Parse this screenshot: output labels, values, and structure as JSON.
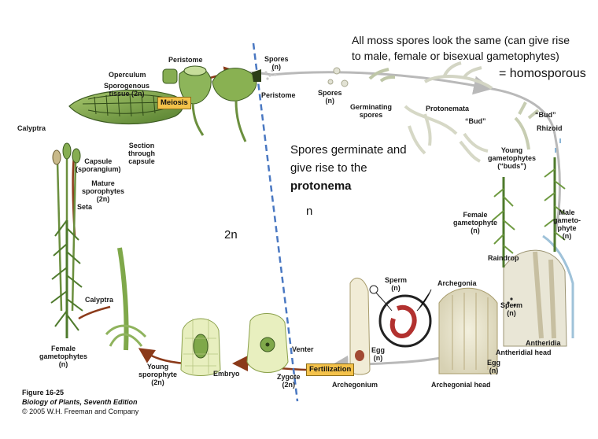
{
  "notes": {
    "homosporous_l1": "All moss spores look the same (can give rise",
    "homosporous_l2": "to male, female or bisexual gametophytes)",
    "homosporous_l3": "= homosporous",
    "protonema_l1": "Spores germinate and",
    "protonema_l2": "give rise to the",
    "protonema_l3": "protonema",
    "haploid": "n",
    "diploid": "2n"
  },
  "tags": {
    "meiosis": "Meiosis",
    "fertilization": "Fertilization"
  },
  "labels": {
    "operculum": "Operculum",
    "peristome_top": "Peristome",
    "sporogenous": "Sporogenous\ntissue (2n)",
    "spores_n_top": "Spores\n(n)",
    "peristome_mid": "Peristome",
    "spores_n_mid": "Spores\n(n)",
    "germinating": "Germinating\nspores",
    "protonemata": "Protonemata",
    "bud_top": "“Bud”",
    "bud_mid": "“Bud”",
    "rhizoid": "Rhizoid",
    "calyptra_top": "Calyptra",
    "section": "Section\nthrough\ncapsule",
    "capsule": "Capsule\n(sporangium)",
    "mature_sporo": "Mature\nsporophytes\n(2n)",
    "seta": "Seta",
    "young_gam": "Young\ngametophytes\n(“buds”)",
    "female_gam_right": "Female\ngametophyte\n(n)",
    "male_gam": "Male\ngameto-\nphyte\n(n)",
    "raindrop": "Raindrop",
    "archegonia": "Archegonia",
    "sperm_right": "Sperm\n(n)",
    "antheridia": "Antheridia",
    "antheridial_head": "Antheridial head",
    "egg_right": "Egg\n(n)",
    "archegonial_head": "Archegonial head",
    "sperm_mid": "Sperm\n(n)",
    "egg_mid": "Egg\n(n)",
    "archegonium": "Archegonium",
    "venter": "Venter",
    "zygote": "Zygote\n(2n)",
    "embryo": "Embryo",
    "young_sporo": "Young\nsporophyte\n(2n)",
    "calyptra_bottom": "Calyptra",
    "female_gam_left": "Female\ngametophytes\n(n)"
  },
  "caption": {
    "figure": "Figure 16-25",
    "book": "Biology of Plants, Seventh Edition",
    "copyright": "© 2005 W.H. Freeman and Company"
  },
  "colors": {
    "plant_green": "#7fa84a",
    "dark_green": "#4e7a2c",
    "cycle_arrow": "#b9b9b9",
    "diploid_arrow": "#8b3a1a",
    "divider": "#4a78c2",
    "tag_fill": "#f4c24a",
    "sperm_red": "#b2312f",
    "cell_fill": "#e8efbf"
  }
}
